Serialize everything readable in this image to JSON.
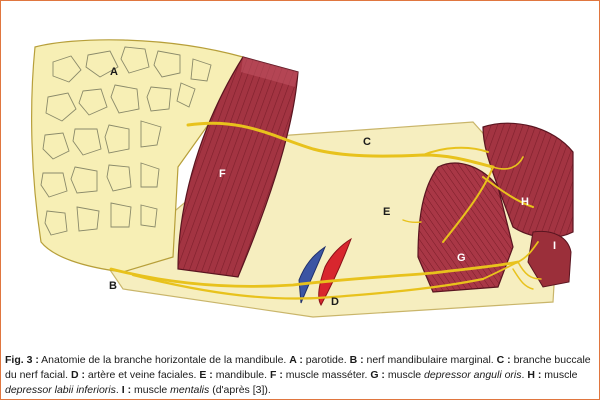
{
  "figure": {
    "labels": {
      "A": "A",
      "B": "B",
      "C": "C",
      "D": "D",
      "E": "E",
      "F": "F",
      "G": "G",
      "H": "H",
      "I": "I"
    }
  },
  "caption": {
    "fig_label": "Fig. 3 :",
    "intro": " Anatomie de la branche horizontale de la mandibule. ",
    "a_key": "A :",
    "a_text": " parotide. ",
    "b_key": "B :",
    "b_text": " nerf mandibulaire marginal. ",
    "c_key": "C :",
    "c_text": " branche buccale du nerf facial. ",
    "d_key": "D :",
    "d_text": " artère et veine faciales. ",
    "e_key": "E :",
    "e_text": " mandibule. ",
    "f_key": "F :",
    "f_text": " muscle masséter. ",
    "g_key": "G :",
    "g_text": " muscle ",
    "g_italic": "depressor anguli oris",
    "g_end": ". ",
    "h_key": "H :",
    "h_text": " muscle ",
    "h_italic": "depressor labii inferioris",
    "h_end": ". ",
    "i_key": "I :",
    "i_text": " muscle ",
    "i_italic": "mentalis",
    "i_end": " (d'après [3])."
  },
  "colors": {
    "frame": "#e0763f",
    "parotid": "#f7efb5",
    "mandible": "#f6eebf",
    "muscle": "#9b2f3a",
    "nerve": "#e8c21c",
    "artery": "#d8262e",
    "vein": "#3b55a3"
  }
}
